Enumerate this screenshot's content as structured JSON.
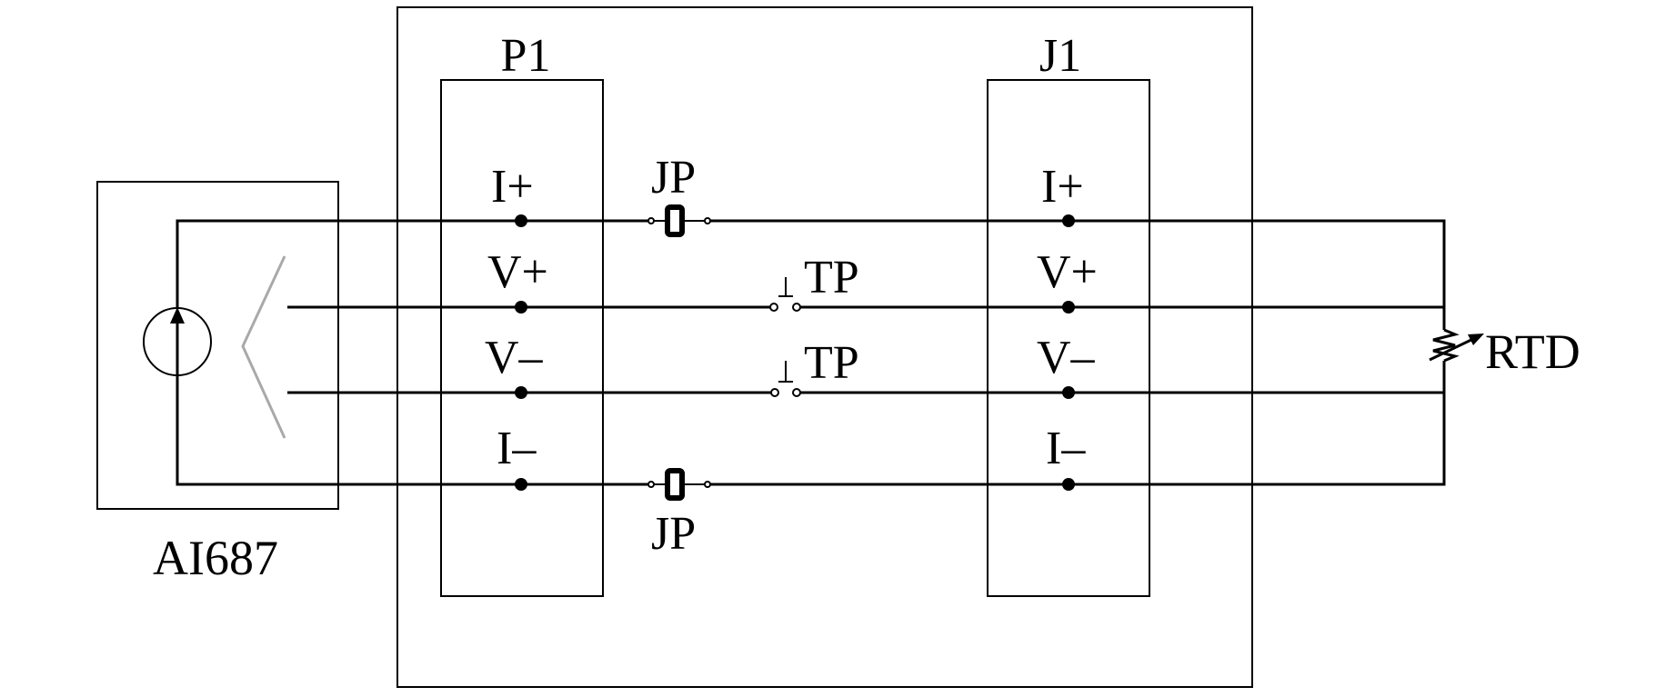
{
  "labels": {
    "module": "AI687",
    "connector_left": "P1",
    "connector_right": "J1",
    "load": "RTD"
  },
  "pins": {
    "p1": [
      "I+",
      "V+",
      "V–",
      "I–"
    ],
    "j1": [
      "I+",
      "V+",
      "V–",
      "I–"
    ]
  },
  "jumpers": {
    "top": "JP",
    "bottom": "JP"
  },
  "test_points": {
    "upper": "TP",
    "lower": "TP"
  },
  "colors": {
    "line": "#000000",
    "amplifier": "#a9a9a9",
    "background": "#ffffff"
  }
}
